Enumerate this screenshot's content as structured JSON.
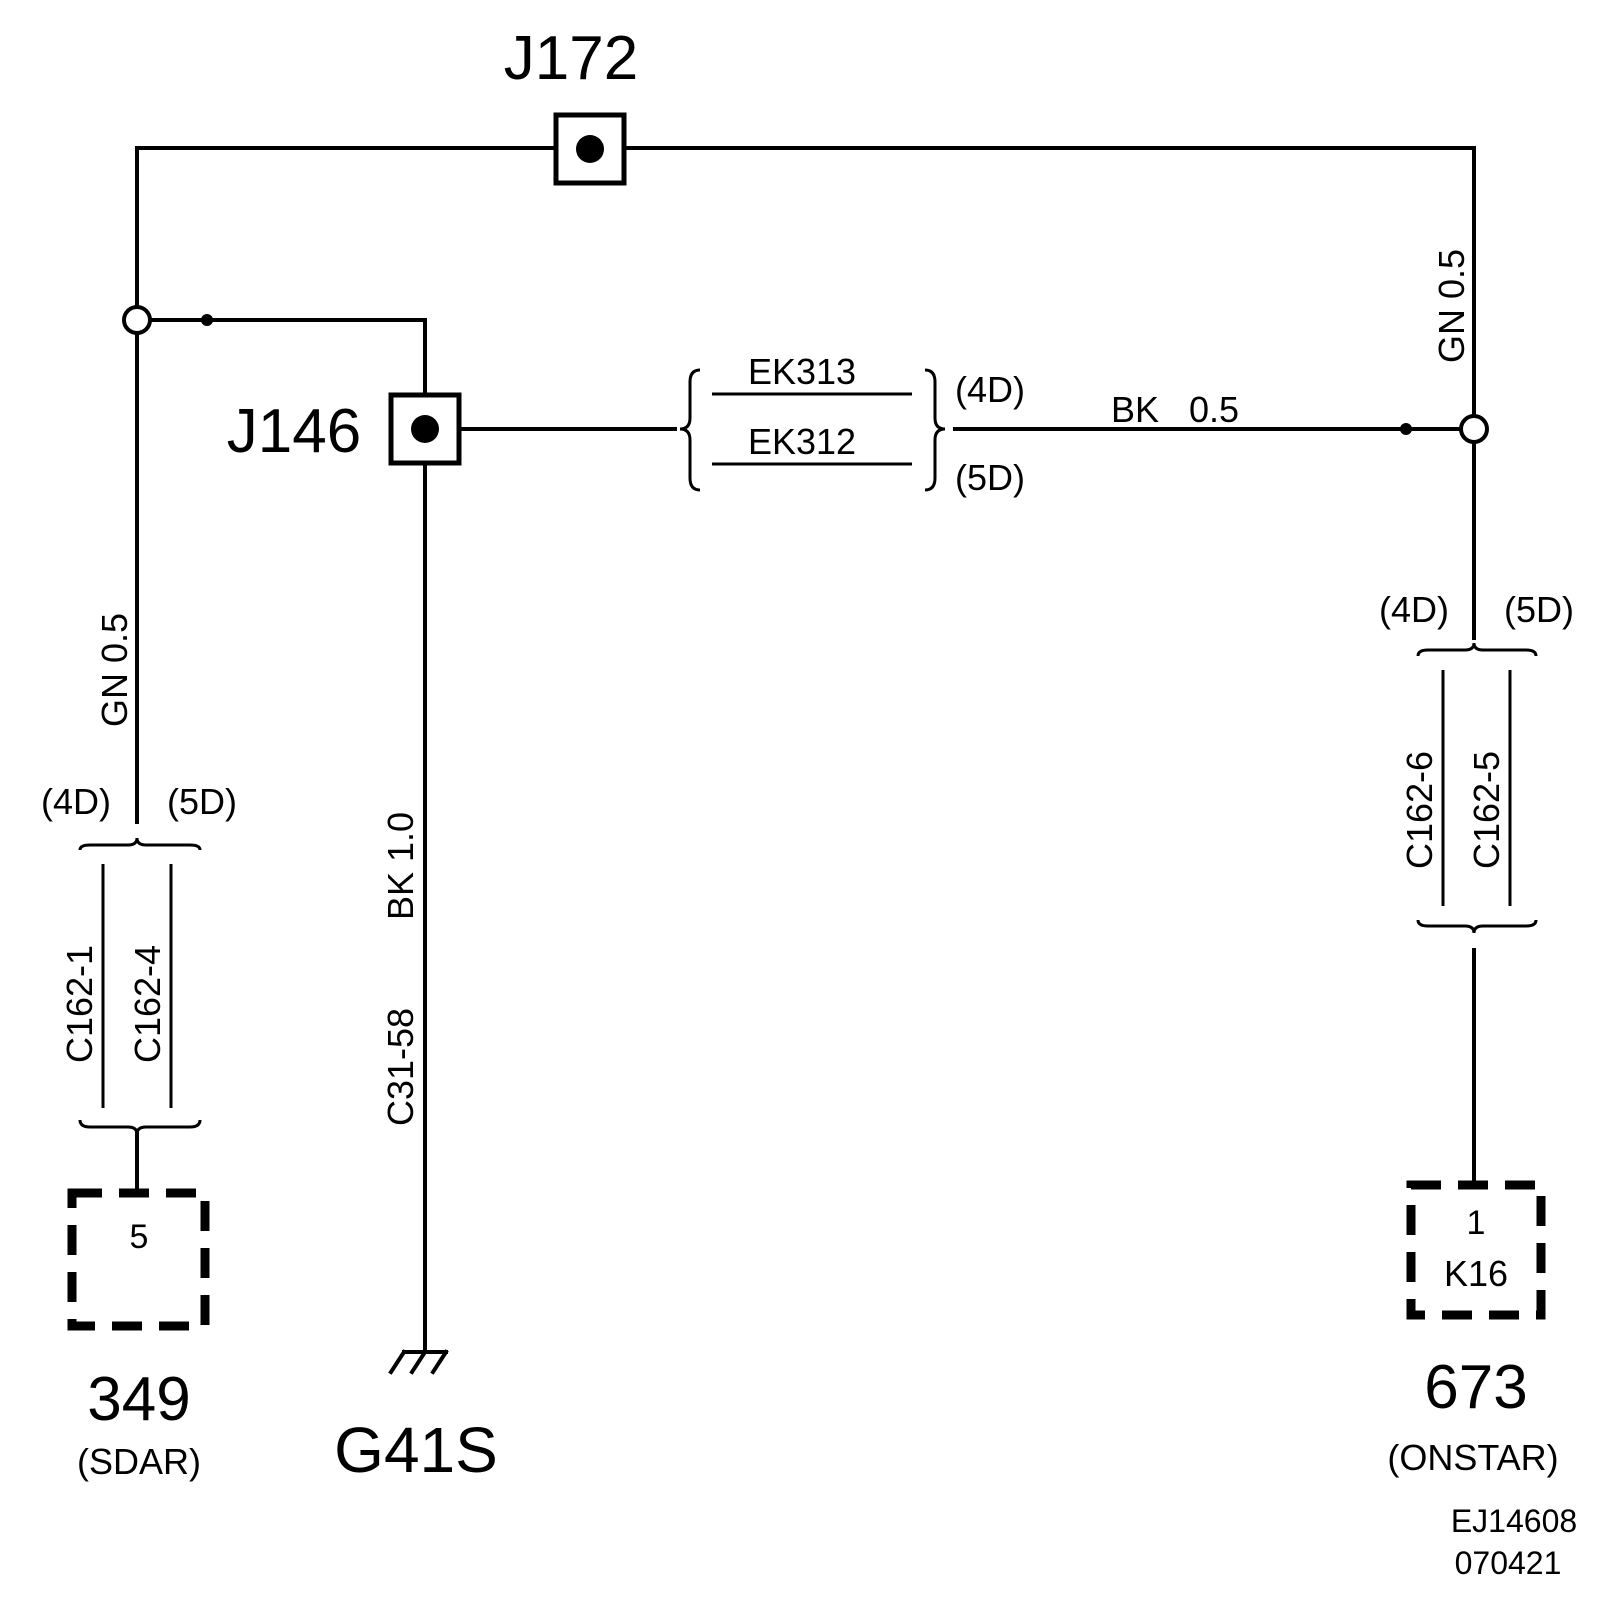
{
  "splices": {
    "top": "J172",
    "left": "J146"
  },
  "wires": {
    "left_vertical": "GN 0.5",
    "right_vertical": "GN 0.5",
    "ground_wire": "BK  1.0",
    "horizontal": "BK   0.5",
    "ground_pin": "C31-58"
  },
  "inline_connector": {
    "top": "EK313",
    "bottom": "EK312",
    "label_top": "(4D)",
    "label_bottom": "(5D)"
  },
  "left_connector": {
    "label_left": "(4D)",
    "label_right": "(5D)",
    "pin_a": "C162-1",
    "pin_b": "C162-4"
  },
  "right_connector": {
    "label_left": "(4D)",
    "label_right": "(5D)",
    "pin_a": "C162-6",
    "pin_b": "C162-5"
  },
  "components": {
    "left": {
      "pin": "5",
      "id": "349",
      "name": "(SDAR)"
    },
    "ground": {
      "id": "G41S"
    },
    "right": {
      "pin": "1",
      "connector": "K16",
      "id": "673",
      "name": "(ONSTAR)"
    }
  },
  "reference": {
    "line1": "EJ14608",
    "line2": "070421"
  }
}
